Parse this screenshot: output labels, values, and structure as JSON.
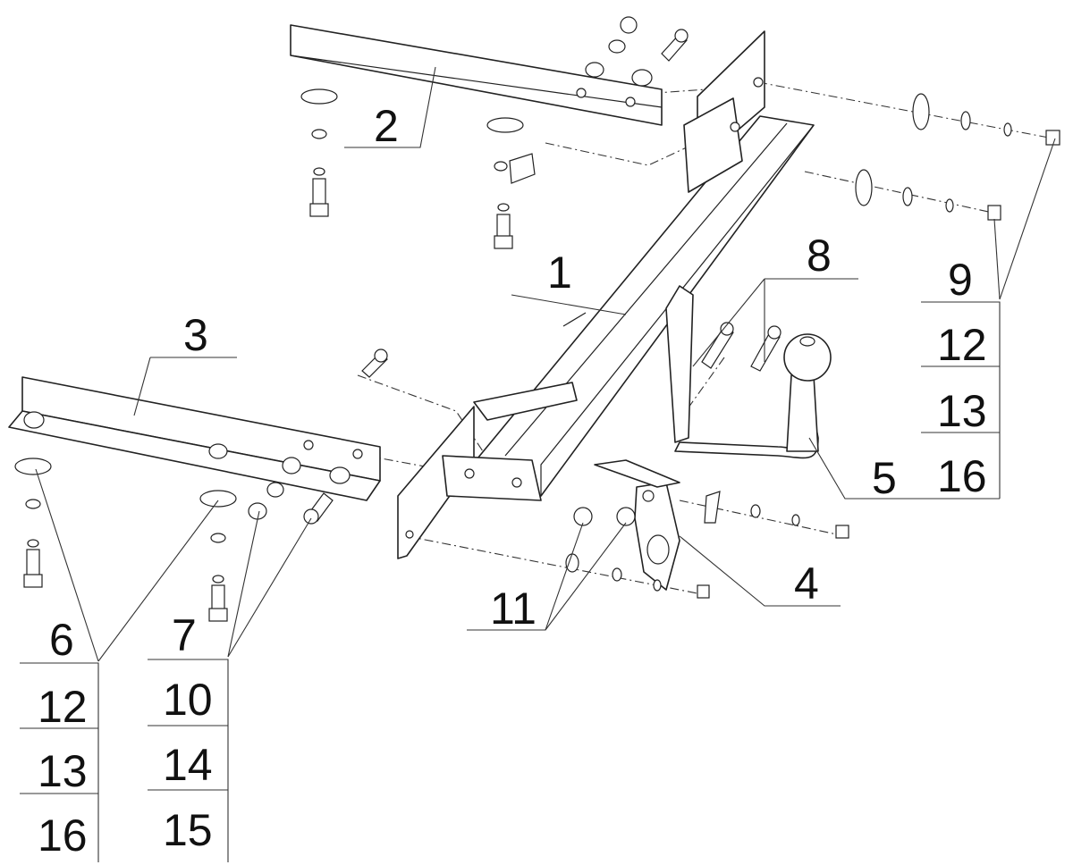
{
  "diagram": {
    "components": {
      "main_crossbar": "1",
      "bracket_upper": "2",
      "bracket_lower": "3",
      "socket_plate": "4",
      "tow_ball": "5"
    },
    "hardware_callouts": {
      "left_stack": [
        "6",
        "12",
        "13",
        "16"
      ],
      "middle_stack": [
        "7",
        "10",
        "14",
        "15"
      ],
      "right_stack": [
        "9",
        "12",
        "13",
        "16"
      ],
      "bolts_pair": "8",
      "nuts_pair": "11"
    }
  }
}
